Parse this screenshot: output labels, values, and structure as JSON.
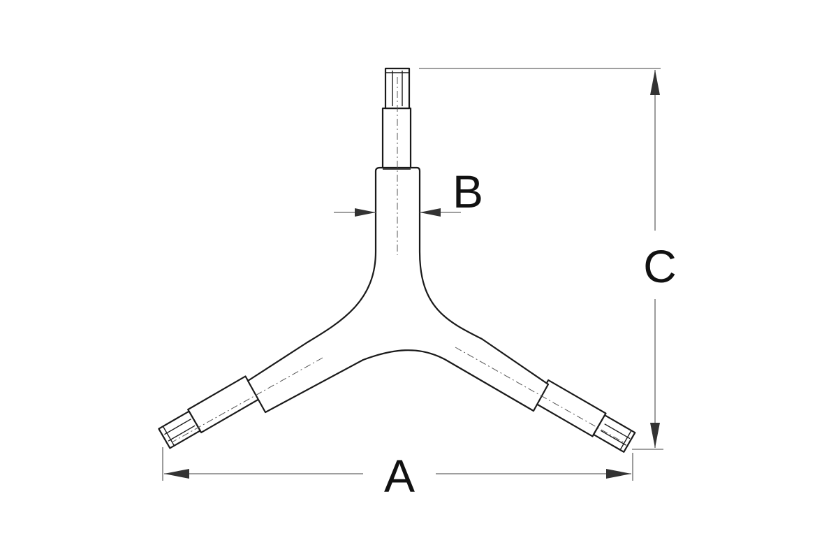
{
  "diagram": {
    "colors": {
      "line": "#1a1a1a",
      "dimension": "#666666",
      "background": "#ffffff"
    },
    "labels": {
      "width": "A",
      "shank": "B",
      "height": "C"
    }
  }
}
